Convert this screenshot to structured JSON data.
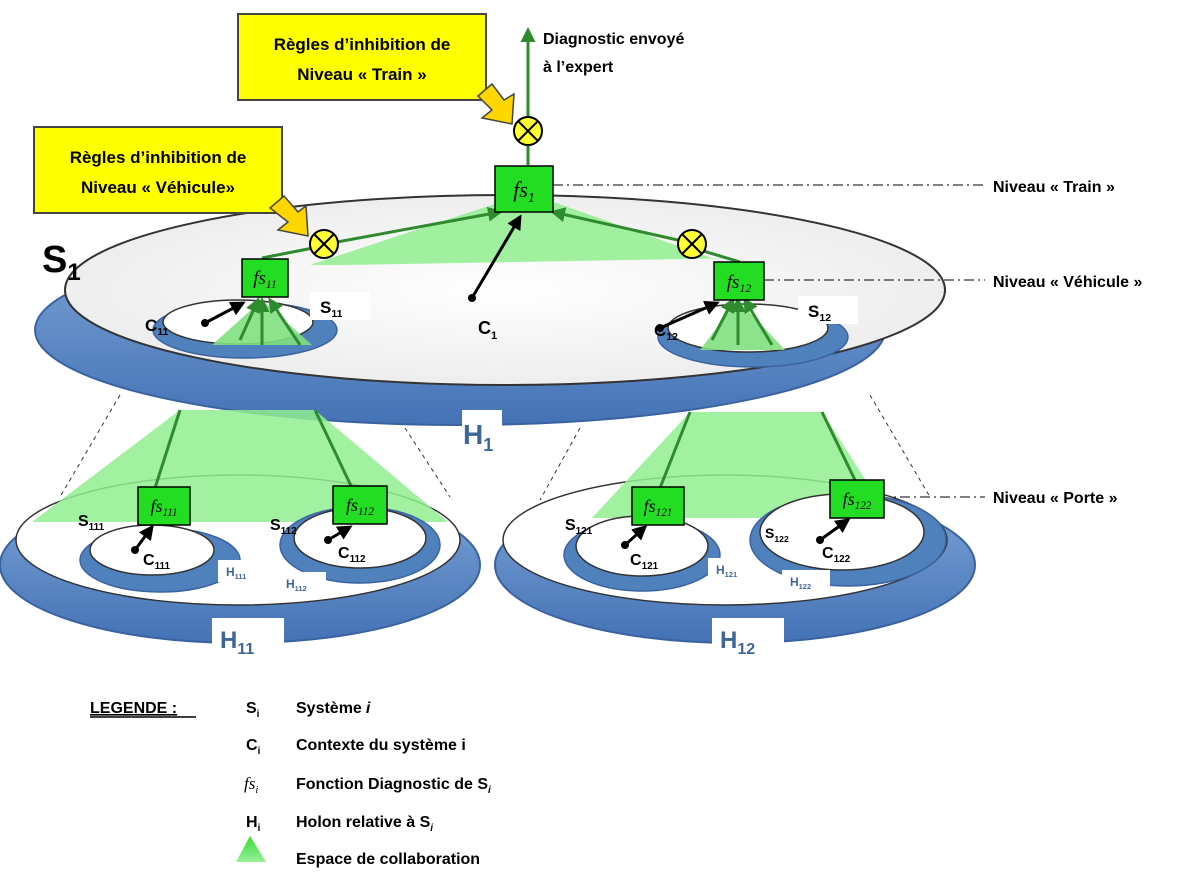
{
  "rules": {
    "train_line1": "Règles d’inhibition de",
    "train_line2": "Niveau « Train »",
    "vehicle_line1": "Règles d’inhibition de",
    "vehicle_line2": "Niveau « Véhicule»"
  },
  "diagnostic": {
    "line1": "Diagnostic envoyé",
    "line2": "à l’expert"
  },
  "levels": {
    "train": "Niveau « Train »",
    "vehicle": "Niveau « Véhicule »",
    "door": "Niveau « Porte »"
  },
  "symbols": {
    "S": "S",
    "C": "C",
    "H": "H",
    "fs": "fs"
  },
  "indices": {
    "s1": "1",
    "s11": "11",
    "s12": "12",
    "s111": "111",
    "s112": "112",
    "s121": "121",
    "s122": "122"
  },
  "legend": {
    "title": "LEGENDE :",
    "sub_i": "i",
    "items": [
      {
        "symbol": "S",
        "text": "Système",
        "italic": "i"
      },
      {
        "symbol": "C",
        "text": "Contexte du système i",
        "italic": ""
      },
      {
        "symbol": "fs",
        "text": "Fonction Diagnostic de S",
        "italic": "i"
      },
      {
        "symbol": "H",
        "text": "Holon relative à S",
        "italic": "i"
      },
      {
        "symbol": "",
        "text": "Espace de collaboration",
        "italic": ""
      }
    ]
  },
  "colors": {
    "holon_blue": "#4f81bd",
    "holon_label": "#3f6699",
    "fs_green": "#22dd22",
    "arrow_green": "#2e8b2e",
    "collab_green": "#90ee90",
    "rule_yellow": "#ffff00",
    "operator_yellow": "#ffff33"
  }
}
